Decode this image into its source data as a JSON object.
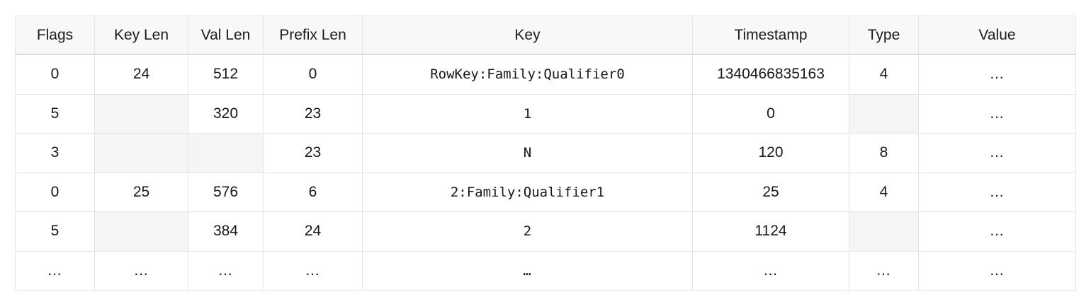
{
  "table": {
    "columns": [
      {
        "key": "flags",
        "label": "Flags"
      },
      {
        "key": "key_len",
        "label": "Key Len"
      },
      {
        "key": "val_len",
        "label": "Val Len"
      },
      {
        "key": "prefix_len",
        "label": "Prefix Len"
      },
      {
        "key": "key",
        "label": "Key"
      },
      {
        "key": "timestamp",
        "label": "Timestamp"
      },
      {
        "key": "type",
        "label": "Type"
      },
      {
        "key": "value",
        "label": "Value"
      }
    ],
    "rows": [
      {
        "flags": "0",
        "key_len": "24",
        "val_len": "512",
        "prefix_len": "0",
        "key": "RowKey:Family:Qualifier0",
        "timestamp": "1340466835163",
        "type": "4",
        "value": "…"
      },
      {
        "flags": "5",
        "key_len": "",
        "val_len": "320",
        "prefix_len": "23",
        "key": "1",
        "timestamp": "0",
        "type": "",
        "value": "…"
      },
      {
        "flags": "3",
        "key_len": "",
        "val_len": "",
        "prefix_len": "23",
        "key": "N",
        "timestamp": "120",
        "type": "8",
        "value": "…"
      },
      {
        "flags": "0",
        "key_len": "25",
        "val_len": "576",
        "prefix_len": "6",
        "key": "2:Family:Qualifier1",
        "timestamp": "25",
        "type": "4",
        "value": "…"
      },
      {
        "flags": "5",
        "key_len": "",
        "val_len": "384",
        "prefix_len": "24",
        "key": "2",
        "timestamp": "1124",
        "type": "",
        "value": "…"
      },
      {
        "flags": "…",
        "key_len": "…",
        "val_len": "…",
        "prefix_len": "…",
        "key": "…",
        "timestamp": "…",
        "type": "…",
        "value": "…"
      }
    ],
    "colors": {
      "header_background": "#f8f8f8",
      "empty_cell_background": "#f5f5f5",
      "border": "#e4e4e4",
      "header_border_bottom": "#dcdcdc",
      "text": "#171717",
      "page_background": "#ffffff"
    }
  }
}
